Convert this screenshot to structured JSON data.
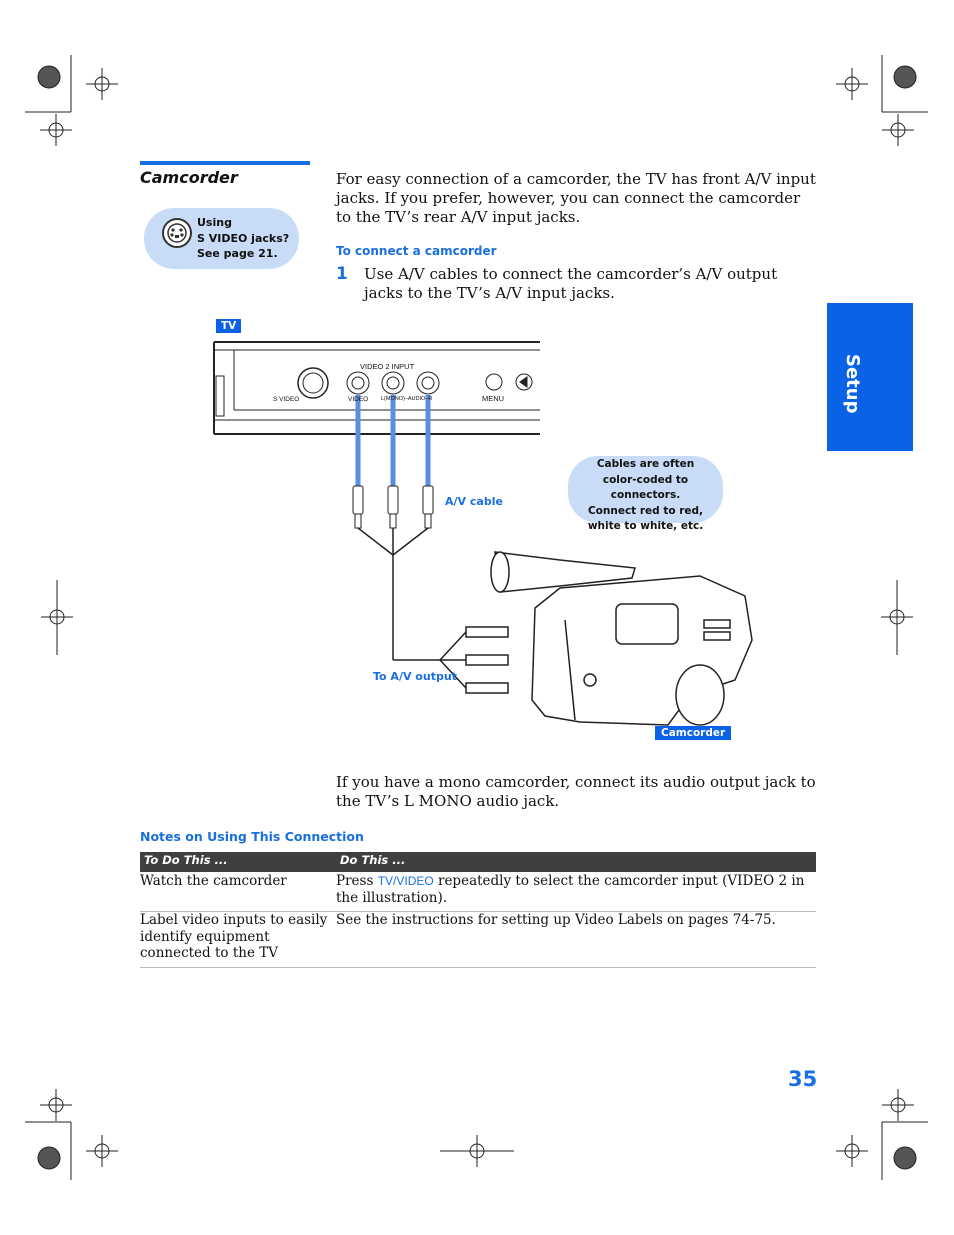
{
  "section": {
    "title": "Camcorder"
  },
  "tip": {
    "line1": "Using",
    "line2": "S VIDEO jacks?",
    "line3": "See page 21."
  },
  "intro": "For easy connection of a camcorder, the TV has front A/V input jacks. If you prefer, however, you can connect the camcorder to the TV’s rear A/V input jacks.",
  "procedure": {
    "heading": "To connect a camcorder",
    "step_number": "1",
    "step_text": "Use A/V cables to connect the camcorder’s A/V output jacks to the TV’s A/V input jacks."
  },
  "side_tab": "Setup",
  "diagram": {
    "tv_tag": "TV",
    "panel_title": "VIDEO  2  INPUT",
    "svideo_label": "S VIDEO",
    "video_label": "VIDEO",
    "audio_label": "L(MONO)–AUDIO–R",
    "menu_label": "MENU",
    "cable_label": "A/V cable",
    "output_label": "To A/V output",
    "camcorder_tag": "Camcorder",
    "callout_lines": [
      "Cables are often",
      "color-coded to connectors.",
      "Connect red to red,",
      "white to white, etc."
    ],
    "colors": {
      "accent": "#0a63e6",
      "cable": "#5b8ee0",
      "bubble": "#c8dcf7"
    }
  },
  "mono_note": "If you have a mono camcorder, connect its audio output jack to the TV’s L MONO audio jack.",
  "notes": {
    "heading": "Notes on Using This Connection",
    "col1": "To Do This ...",
    "col2": "Do This ...",
    "rows": [
      {
        "todo": "Watch the camcorder",
        "press": "Press ",
        "button": "TV/VIDEO",
        "rest": " repeatedly to select the camcorder input (VIDEO 2 in the illustration)."
      },
      {
        "todo": "Label video inputs to easily identify equipment connected to the TV",
        "press": "See the instructions for setting up Video Labels on pages 74-75.",
        "button": "",
        "rest": ""
      }
    ]
  },
  "page_number": "35"
}
